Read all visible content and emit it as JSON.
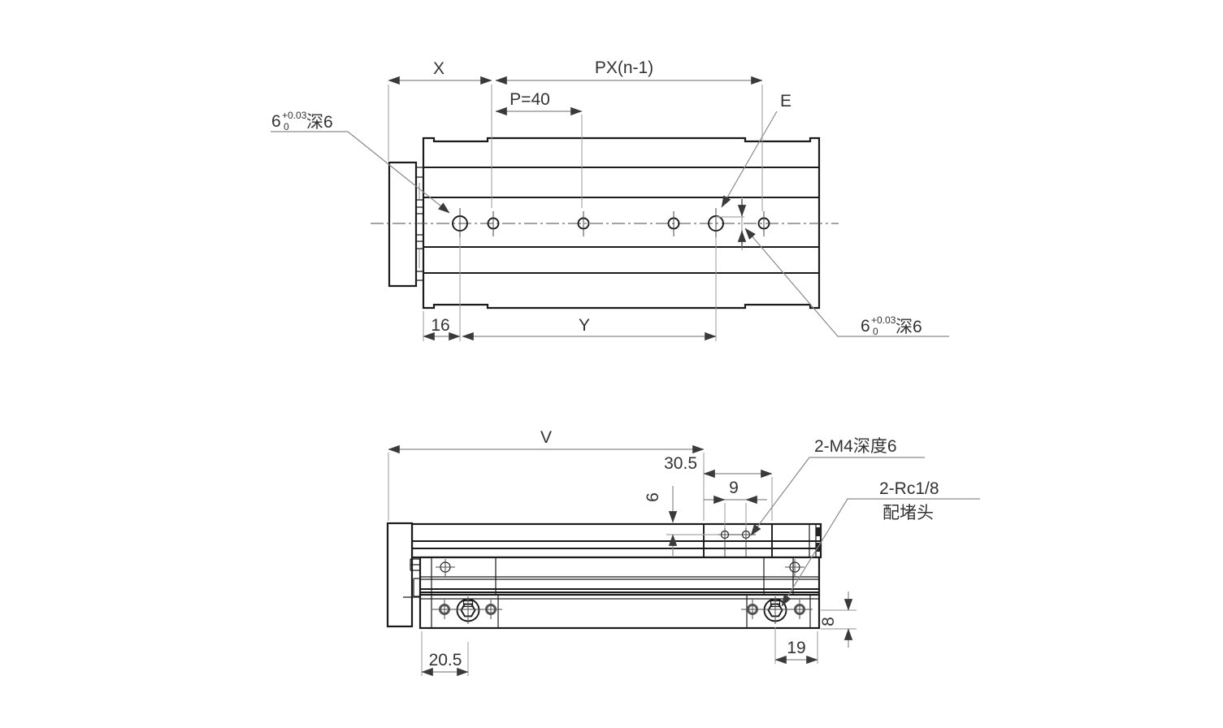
{
  "drawing": {
    "colors": {
      "background": "#ffffff",
      "line": "#1b1b1b",
      "dimension": "#8a8a8a",
      "text": "#333333"
    },
    "top_view": {
      "dim_x": "X",
      "dim_px": "PX(n-1)",
      "dim_p": "P=40",
      "dim_e": "E",
      "dim_16": "16",
      "dim_y": "Y",
      "pin_hole_label": {
        "size": "6",
        "tol_upper": "+0.03",
        "tol_lower": "0",
        "depth": "深6"
      }
    },
    "bottom_view": {
      "dim_v": "V",
      "dim_30_5": "30.5",
      "dim_9": "9",
      "dim_6": "6",
      "dim_20_5": "20.5",
      "dim_19": "19",
      "dim_8": "8",
      "label_m4": "2-M4深度6",
      "label_rc": "2-Rc1/8",
      "label_plug": "配堵头"
    }
  }
}
